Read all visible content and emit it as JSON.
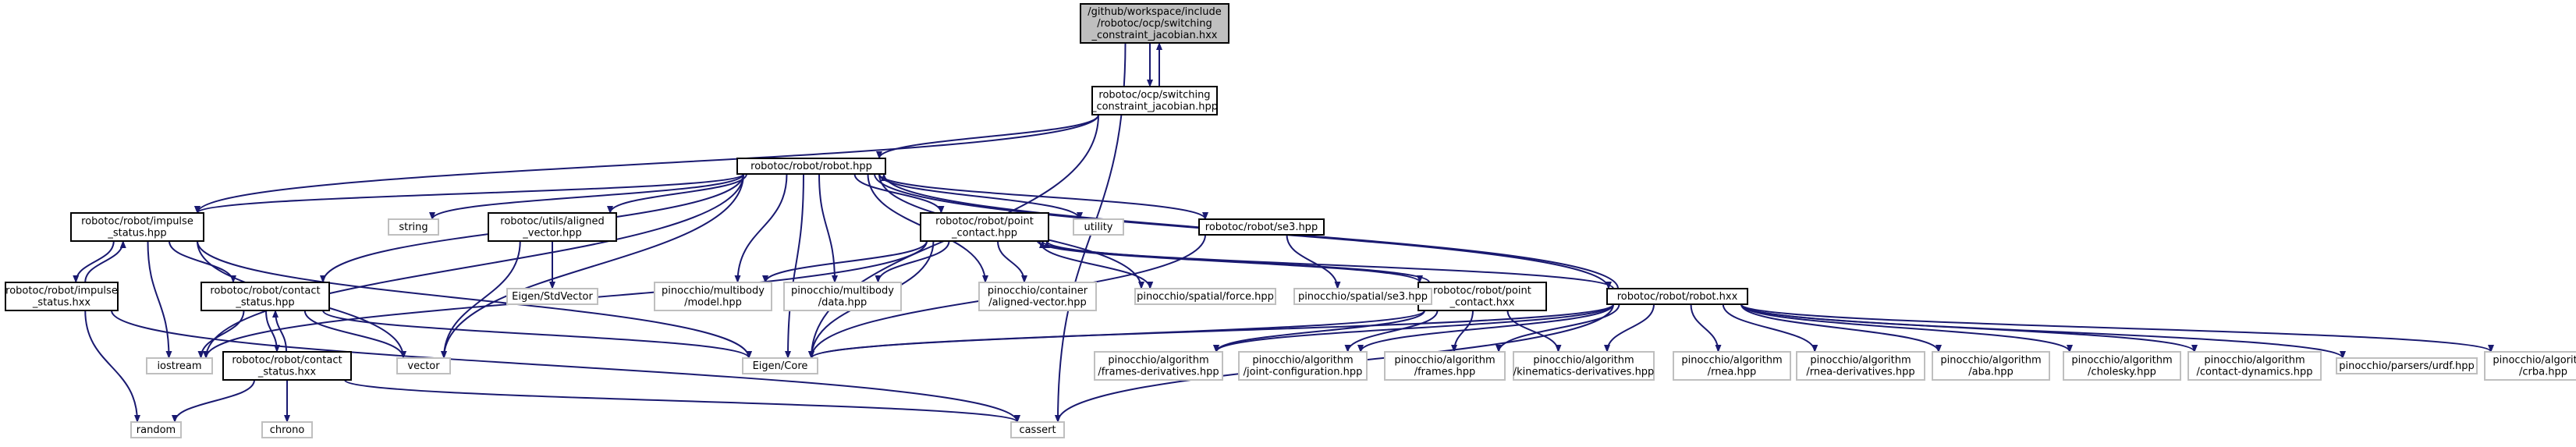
{
  "colors": {
    "edge": "#191970",
    "root_fill": "#bfbfbf",
    "node_border": "#000000",
    "external_border": "#bfbfbf",
    "text": "#000000"
  },
  "nodes": [
    {
      "id": "root",
      "lines": [
        "/github/workspace/include",
        "/robotoc/ocp/switching",
        "_constraint_jacobian.hxx"
      ],
      "kind": "root"
    },
    {
      "id": "scj_hpp",
      "lines": [
        "robotoc/ocp/switching",
        "_constraint_jacobian.hpp"
      ],
      "kind": "file"
    },
    {
      "id": "robot_hpp",
      "lines": [
        "robotoc/robot/robot.hpp"
      ],
      "kind": "file"
    },
    {
      "id": "impulse_hpp",
      "lines": [
        "robotoc/robot/impulse",
        "_status.hpp"
      ],
      "kind": "file"
    },
    {
      "id": "impulse_hxx",
      "lines": [
        "robotoc/robot/impulse",
        "_status.hxx"
      ],
      "kind": "file"
    },
    {
      "id": "contact_hpp",
      "lines": [
        "robotoc/robot/contact",
        "_status.hpp"
      ],
      "kind": "file"
    },
    {
      "id": "contact_hxx",
      "lines": [
        "robotoc/robot/contact",
        "_status.hxx"
      ],
      "kind": "file"
    },
    {
      "id": "aligned_vector",
      "lines": [
        "robotoc/utils/aligned",
        "_vector.hpp"
      ],
      "kind": "file"
    },
    {
      "id": "point_hpp",
      "lines": [
        "robotoc/robot/point",
        "_contact.hpp"
      ],
      "kind": "file"
    },
    {
      "id": "point_hxx",
      "lines": [
        "robotoc/robot/point",
        "_contact.hxx"
      ],
      "kind": "file"
    },
    {
      "id": "se3_hpp",
      "lines": [
        "robotoc/robot/se3.hpp"
      ],
      "kind": "file"
    },
    {
      "id": "robot_hxx",
      "lines": [
        "robotoc/robot/robot.hxx"
      ],
      "kind": "file"
    },
    {
      "id": "string",
      "lines": [
        "string"
      ],
      "kind": "external"
    },
    {
      "id": "utility",
      "lines": [
        "utility"
      ],
      "kind": "external"
    },
    {
      "id": "iostream",
      "lines": [
        "iostream"
      ],
      "kind": "external"
    },
    {
      "id": "vector",
      "lines": [
        "vector"
      ],
      "kind": "external"
    },
    {
      "id": "eigen_stdvector",
      "lines": [
        "Eigen/StdVector"
      ],
      "kind": "external"
    },
    {
      "id": "eigen_core",
      "lines": [
        "Eigen/Core"
      ],
      "kind": "external"
    },
    {
      "id": "random",
      "lines": [
        "random"
      ],
      "kind": "external"
    },
    {
      "id": "chrono",
      "lines": [
        "chrono"
      ],
      "kind": "external"
    },
    {
      "id": "cassert",
      "lines": [
        "cassert"
      ],
      "kind": "external"
    },
    {
      "id": "pin_model",
      "lines": [
        "pinocchio/multibody",
        "/model.hpp"
      ],
      "kind": "external"
    },
    {
      "id": "pin_data",
      "lines": [
        "pinocchio/multibody",
        "/data.hpp"
      ],
      "kind": "external"
    },
    {
      "id": "pin_aligned",
      "lines": [
        "pinocchio/container",
        "/aligned-vector.hpp"
      ],
      "kind": "external"
    },
    {
      "id": "pin_force",
      "lines": [
        "pinocchio/spatial/force.hpp"
      ],
      "kind": "external"
    },
    {
      "id": "pin_se3",
      "lines": [
        "pinocchio/spatial/se3.hpp"
      ],
      "kind": "external"
    },
    {
      "id": "alg_frames_der",
      "lines": [
        "pinocchio/algorithm",
        "/frames-derivatives.hpp"
      ],
      "kind": "external"
    },
    {
      "id": "alg_joint",
      "lines": [
        "pinocchio/algorithm",
        "/joint-configuration.hpp"
      ],
      "kind": "external"
    },
    {
      "id": "alg_frames",
      "lines": [
        "pinocchio/algorithm",
        "/frames.hpp"
      ],
      "kind": "external"
    },
    {
      "id": "alg_kin_der",
      "lines": [
        "pinocchio/algorithm",
        "/kinematics-derivatives.hpp"
      ],
      "kind": "external"
    },
    {
      "id": "alg_rnea",
      "lines": [
        "pinocchio/algorithm",
        "/rnea.hpp"
      ],
      "kind": "external"
    },
    {
      "id": "alg_rnea_der",
      "lines": [
        "pinocchio/algorithm",
        "/rnea-derivatives.hpp"
      ],
      "kind": "external"
    },
    {
      "id": "alg_aba",
      "lines": [
        "pinocchio/algorithm",
        "/aba.hpp"
      ],
      "kind": "external"
    },
    {
      "id": "alg_cholesky",
      "lines": [
        "pinocchio/algorithm",
        "/cholesky.hpp"
      ],
      "kind": "external"
    },
    {
      "id": "alg_contact_dyn",
      "lines": [
        "pinocchio/algorithm",
        "/contact-dynamics.hpp"
      ],
      "kind": "external"
    },
    {
      "id": "pin_urdf",
      "lines": [
        "pinocchio/parsers/urdf.hpp"
      ],
      "kind": "external"
    },
    {
      "id": "alg_crba",
      "lines": [
        "pinocchio/algorithm",
        "/crba.hpp"
      ],
      "kind": "external"
    }
  ],
  "edges": [
    [
      "root",
      "scj_hpp"
    ],
    [
      "scj_hpp",
      "root"
    ],
    [
      "root",
      "cassert"
    ],
    [
      "scj_hpp",
      "robot_hpp"
    ],
    [
      "scj_hpp",
      "impulse_hpp"
    ],
    [
      "scj_hpp",
      "eigen_core"
    ],
    [
      "robot_hpp",
      "string"
    ],
    [
      "robot_hpp",
      "utility"
    ],
    [
      "robot_hpp",
      "iostream"
    ],
    [
      "robot_hpp",
      "vector"
    ],
    [
      "robot_hpp",
      "aligned_vector"
    ],
    [
      "robot_hpp",
      "point_hpp"
    ],
    [
      "robot_hpp",
      "se3_hpp"
    ],
    [
      "robot_hpp",
      "impulse_hpp"
    ],
    [
      "robot_hpp",
      "contact_hpp"
    ],
    [
      "robot_hpp",
      "robot_hxx"
    ],
    [
      "robot_hpp",
      "pin_model"
    ],
    [
      "robot_hpp",
      "pin_data"
    ],
    [
      "robot_hpp",
      "pin_aligned"
    ],
    [
      "robot_hpp",
      "pin_force"
    ],
    [
      "robot_hpp",
      "eigen_core"
    ],
    [
      "impulse_hpp",
      "impulse_hxx"
    ],
    [
      "impulse_hxx",
      "impulse_hpp"
    ],
    [
      "impulse_hpp",
      "contact_hpp"
    ],
    [
      "impulse_hpp",
      "iostream"
    ],
    [
      "impulse_hpp",
      "vector"
    ],
    [
      "impulse_hpp",
      "eigen_core"
    ],
    [
      "impulse_hxx",
      "random"
    ],
    [
      "impulse_hxx",
      "cassert"
    ],
    [
      "contact_hpp",
      "contact_hxx"
    ],
    [
      "contact_hxx",
      "contact_hpp"
    ],
    [
      "contact_hpp",
      "iostream"
    ],
    [
      "contact_hpp",
      "vector"
    ],
    [
      "contact_hpp",
      "eigen_core"
    ],
    [
      "contact_hxx",
      "random"
    ],
    [
      "contact_hxx",
      "chrono"
    ],
    [
      "contact_hxx",
      "cassert"
    ],
    [
      "aligned_vector",
      "eigen_stdvector"
    ],
    [
      "aligned_vector",
      "vector"
    ],
    [
      "point_hpp",
      "pin_model"
    ],
    [
      "point_hpp",
      "pin_data"
    ],
    [
      "point_hpp",
      "pin_aligned"
    ],
    [
      "point_hpp",
      "pin_force"
    ],
    [
      "point_hpp",
      "iostream"
    ],
    [
      "point_hpp",
      "eigen_core"
    ],
    [
      "point_hpp",
      "point_hxx"
    ],
    [
      "point_hxx",
      "point_hpp"
    ],
    [
      "point_hxx",
      "eigen_core"
    ],
    [
      "point_hxx",
      "alg_frames_der"
    ],
    [
      "point_hxx",
      "alg_joint"
    ],
    [
      "point_hxx",
      "alg_frames"
    ],
    [
      "point_hxx",
      "alg_kin_der"
    ],
    [
      "se3_hpp",
      "pin_se3"
    ],
    [
      "se3_hpp",
      "eigen_core"
    ],
    [
      "robot_hxx",
      "robot_hpp"
    ],
    [
      "robot_hxx",
      "eigen_core"
    ],
    [
      "robot_hxx",
      "alg_frames_der"
    ],
    [
      "robot_hxx",
      "alg_joint"
    ],
    [
      "robot_hxx",
      "alg_frames"
    ],
    [
      "robot_hxx",
      "alg_kin_der"
    ],
    [
      "robot_hxx",
      "alg_rnea"
    ],
    [
      "robot_hxx",
      "alg_rnea_der"
    ],
    [
      "robot_hxx",
      "alg_aba"
    ],
    [
      "robot_hxx",
      "alg_cholesky"
    ],
    [
      "robot_hxx",
      "alg_contact_dyn"
    ],
    [
      "robot_hxx",
      "pin_urdf"
    ],
    [
      "robot_hxx",
      "alg_crba"
    ],
    [
      "robot_hxx",
      "cassert"
    ],
    [
      "robot_hxx",
      "point_hpp"
    ]
  ]
}
